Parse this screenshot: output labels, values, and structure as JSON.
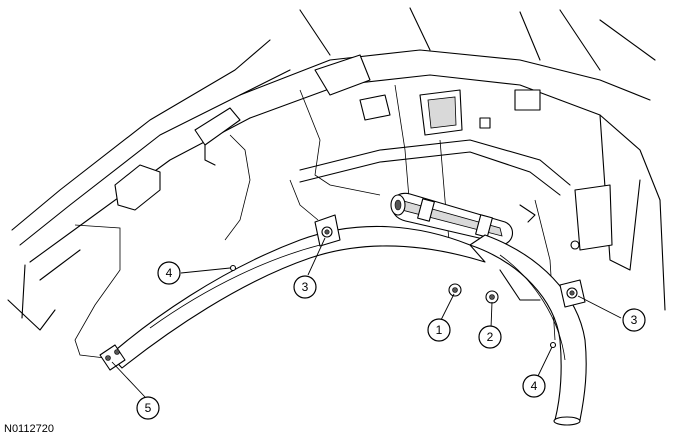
{
  "figure_id": "N0112720",
  "callouts": [
    {
      "id": "callout-1",
      "label": "1"
    },
    {
      "id": "callout-2",
      "label": "2"
    },
    {
      "id": "callout-3a",
      "label": "3"
    },
    {
      "id": "callout-3b",
      "label": "3"
    },
    {
      "id": "callout-4a",
      "label": "4"
    },
    {
      "id": "callout-4b",
      "label": "4"
    },
    {
      "id": "callout-5",
      "label": "5"
    }
  ]
}
